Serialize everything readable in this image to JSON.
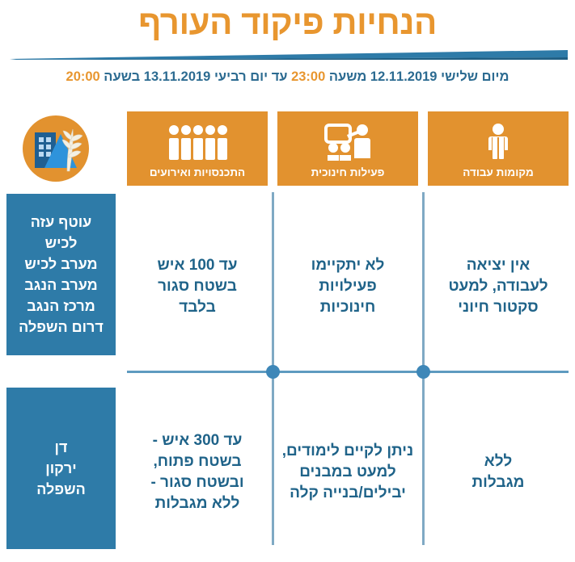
{
  "header": {
    "title": "הנחיות פיקוד העורף",
    "subtitle_prefix": "מיום שלישי 12.11.2019 משעה ",
    "subtitle_time_start": "23:00",
    "subtitle_middle": " עד יום רביעי 13.11.2019 בשעה ",
    "subtitle_time_end": "20:00",
    "logo_alt": "פיקוד העורף"
  },
  "columns": [
    {
      "label": "מקומות עבודה",
      "icon": "worker-person-icon"
    },
    {
      "label": "פעילות חינוכית",
      "icon": "classroom-teacher-icon"
    },
    {
      "label": "התכנסויות ואירועים",
      "icon": "crowd-people-icon"
    }
  ],
  "rows": [
    {
      "region": "עוטף עזה\nלכיש\nמערב לכיש\nמערב הנגב\nמרכז הנגב\nדרום השפלה",
      "cells": [
        "אין יציאה\nלעבודה, למעט\nסקטור חיוני",
        "לא יתקיימו\nפעילויות\nחינוכיות",
        "עד 100 איש\nבשטח סגור\nבלבד"
      ]
    },
    {
      "region": "דן\nירקון\nהשפלה",
      "cells": [
        "ללא\nמגבלות",
        "ניתן לקיים לימודים,\nלמעט במבנים\nיבילים/בנייה קלה",
        "עד 300 איש -\nבשטח פתוח,\nובשטח סגור -\nללא מגבלות"
      ]
    }
  ],
  "colors": {
    "orange": "#E2922F",
    "title_orange": "#E8962F",
    "blue_box": "#2E7BA8",
    "text_blue": "#1F6389",
    "line_blue": "#5E9BC0",
    "dot_blue": "#3E87B8"
  }
}
